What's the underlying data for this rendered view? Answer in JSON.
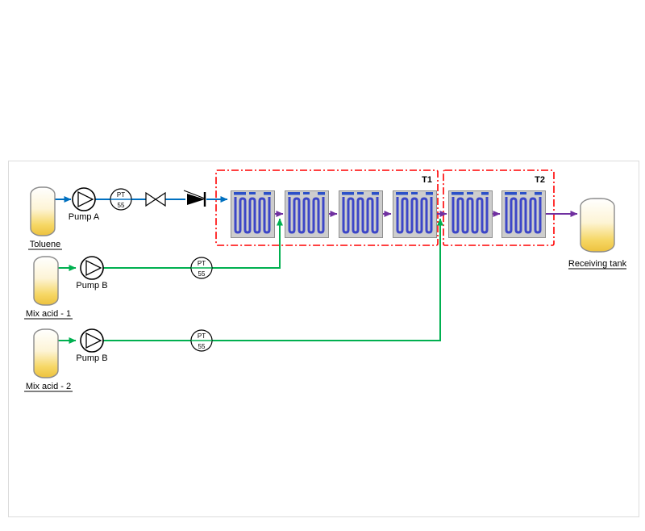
{
  "diagram": {
    "feed_tanks": [
      {
        "label": "Toluene"
      },
      {
        "label": "Mix acid - 1"
      },
      {
        "label": "Mix acid - 2"
      }
    ],
    "receiving_tank": {
      "label": "Receiving tank"
    },
    "pumps": [
      {
        "label": "Pump A"
      },
      {
        "label": "Pump B"
      },
      {
        "label": "Pump B"
      }
    ],
    "instruments": [
      {
        "tag": "PT",
        "number": "55"
      },
      {
        "tag": "PT",
        "number": "55"
      },
      {
        "tag": "PT",
        "number": "55"
      }
    ],
    "zones": [
      {
        "label": "T1"
      },
      {
        "label": "T2"
      }
    ],
    "reactor_modules": {
      "count": 6
    },
    "colors": {
      "toluene_line": "#0070c0",
      "acid_line": "#00b050",
      "product_line": "#7030a0",
      "zone_border": "#ff0000",
      "module_channel": "#3c46c8",
      "module_port": "#2b50c8",
      "module_plate": "#cdcdcd"
    }
  }
}
